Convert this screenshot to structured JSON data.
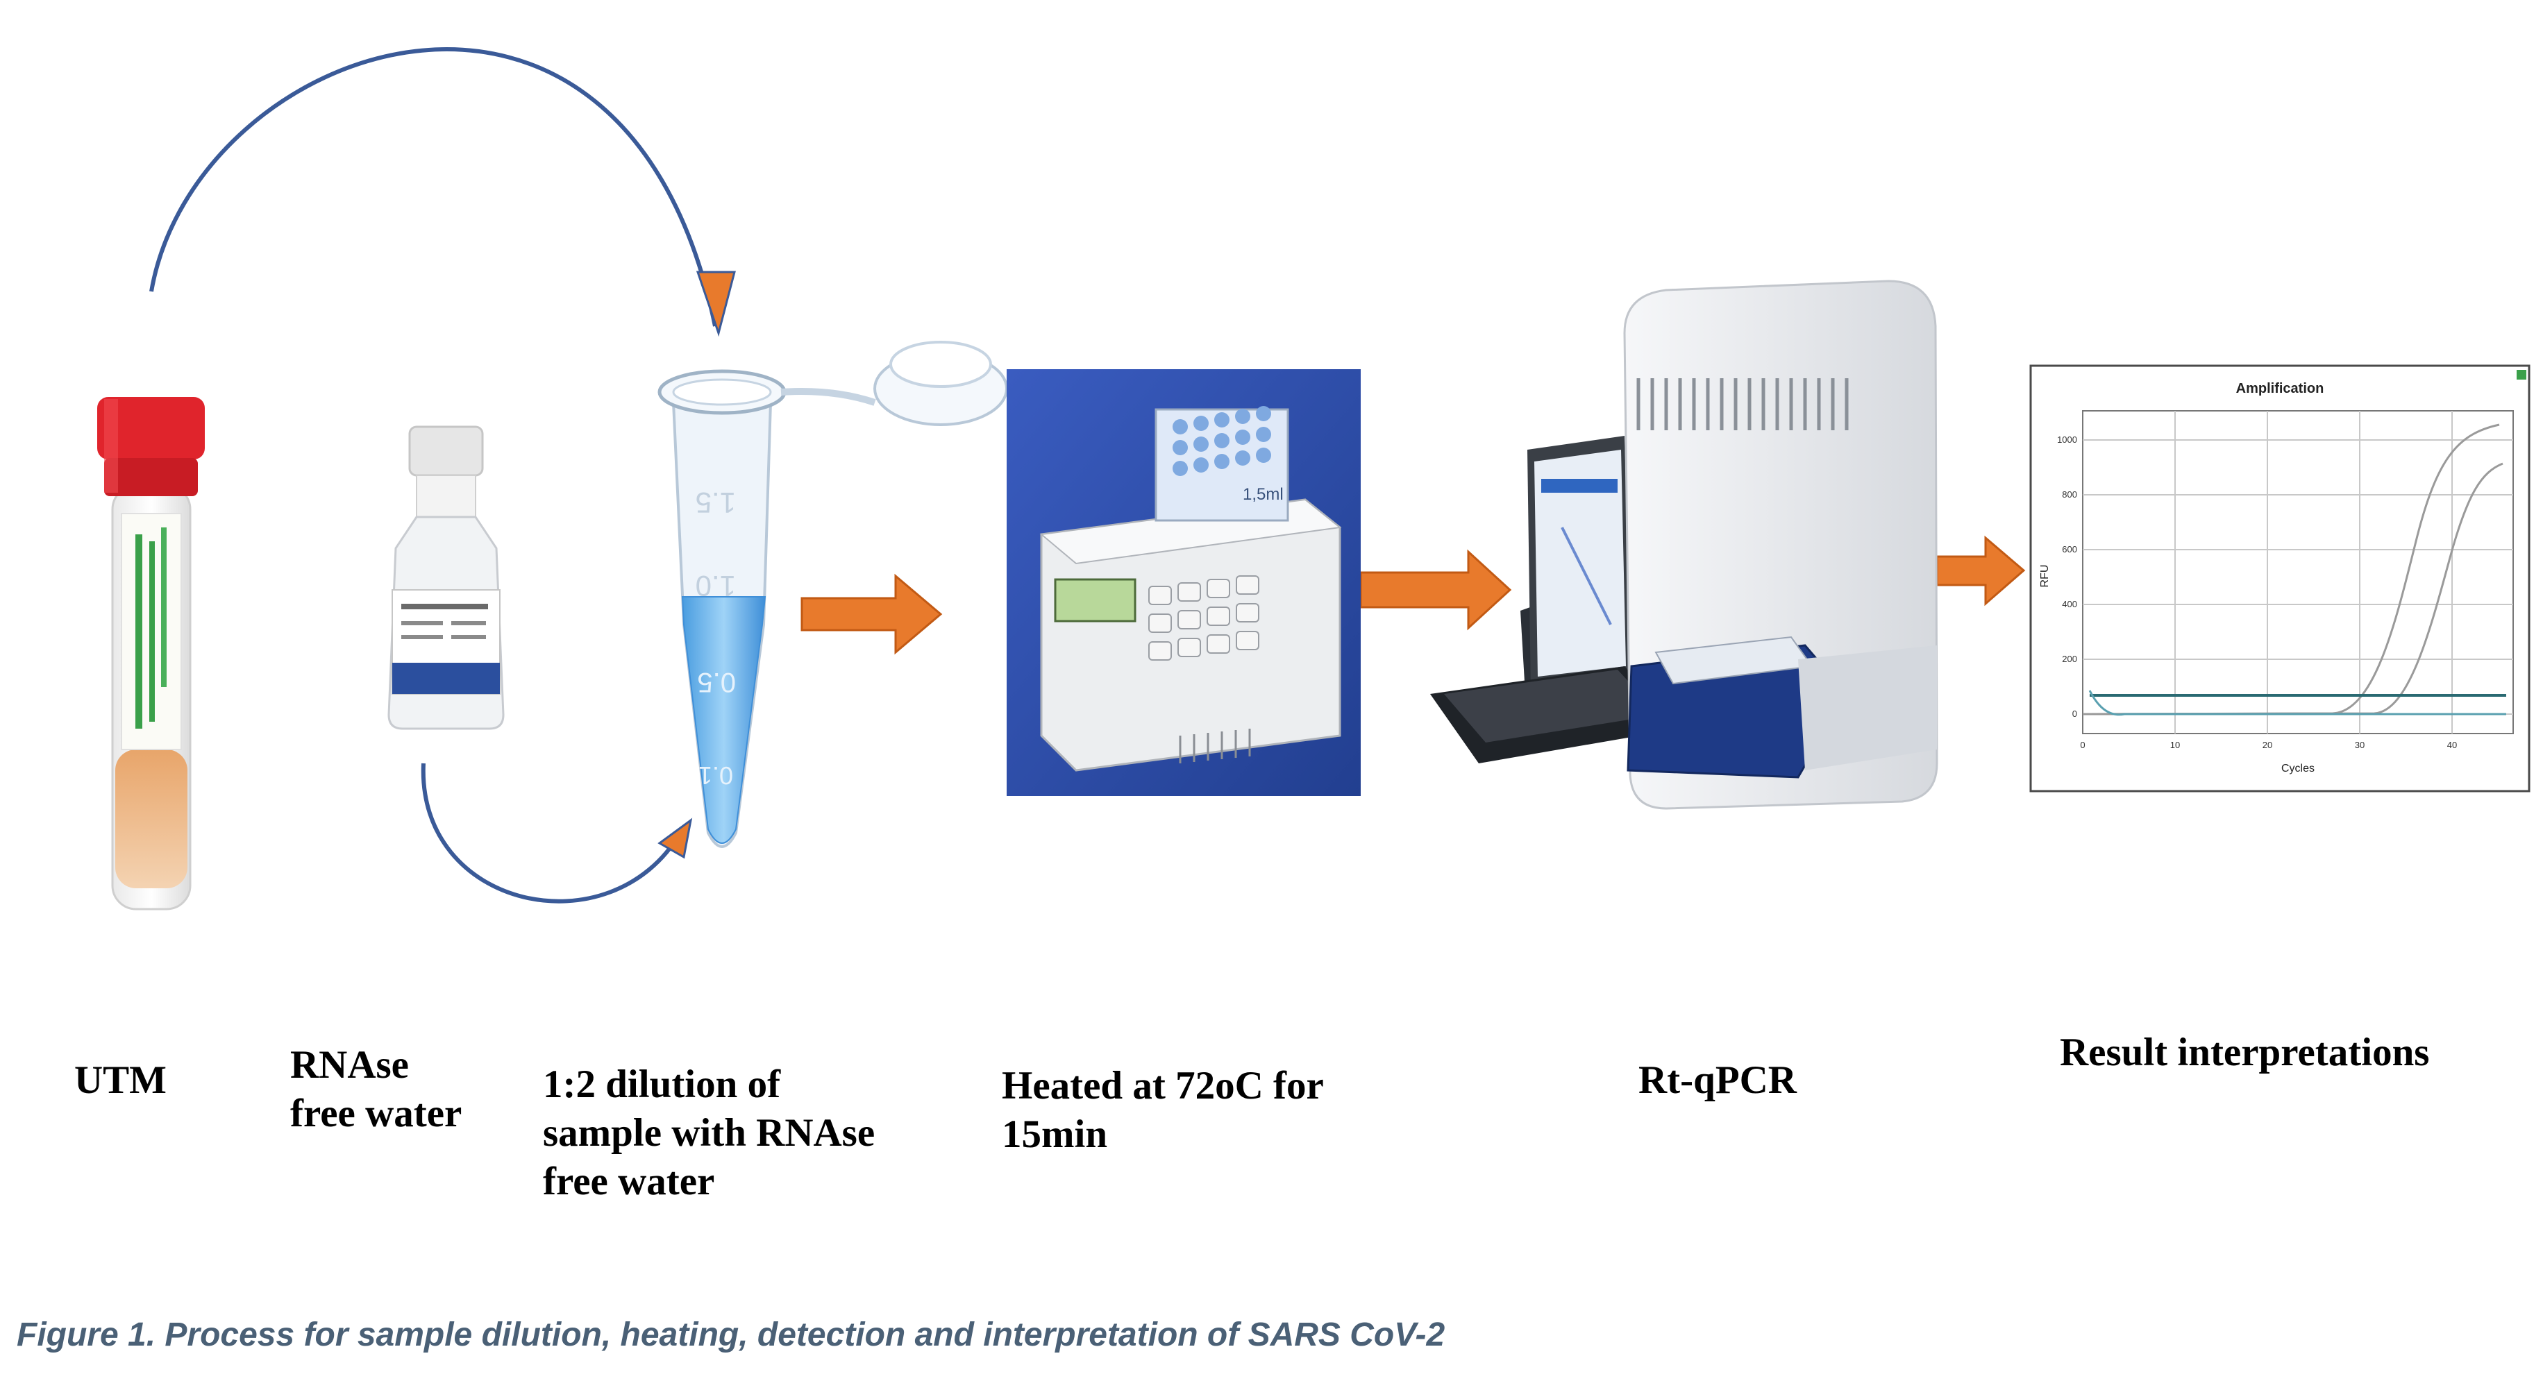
{
  "steps": {
    "utm": {
      "label": "UTM"
    },
    "water": {
      "label": "RNAse\nfree water"
    },
    "dilution": {
      "label": "1:2 dilution of\nsample with RNAse\nfree water"
    },
    "heat": {
      "label": "Heated at 72oC for\n15min"
    },
    "pcr": {
      "label": "Rt-qPCR"
    },
    "result": {
      "label": "Result interpretations"
    }
  },
  "tube": {
    "marks": [
      "1.5",
      "1.0",
      "0.5",
      "0.1"
    ]
  },
  "heater": {
    "block_label": "1,5ml"
  },
  "result_chart": {
    "title": "Amplification",
    "xlabel": "Cycles",
    "ylabel": "RFU",
    "y_ticks": [
      "1000",
      "800",
      "600",
      "400",
      "200",
      "0"
    ],
    "x_ticks": [
      "0",
      "10",
      "20",
      "30",
      "40"
    ]
  },
  "caption": "Figure 1. Process for sample dilution, heating, detection and interpretation of SARS CoV-2",
  "colors": {
    "arrow": "#e87a2c",
    "curve": "#3a5a98",
    "tube_cap": "#e0242c",
    "tube_liquid": "#5aaee8",
    "heater_bg": "#2f4fa8"
  }
}
